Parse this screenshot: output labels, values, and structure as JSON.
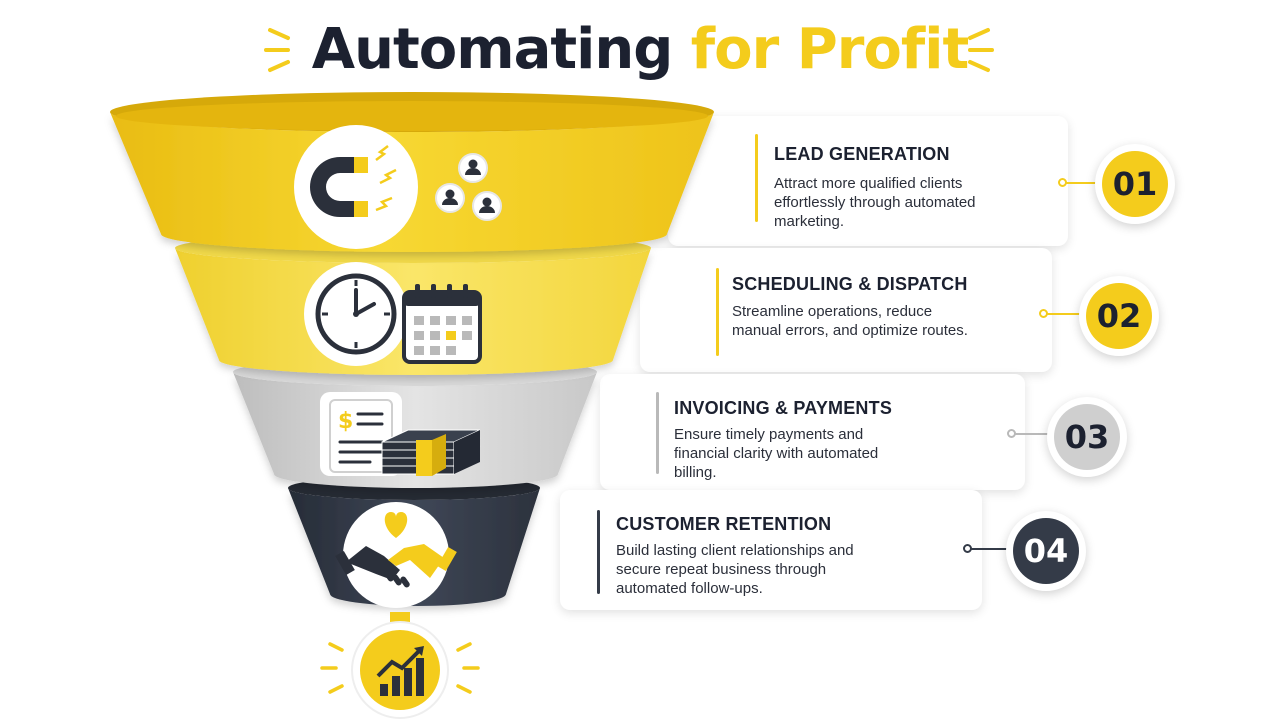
{
  "title": {
    "part1": "Automating",
    "part2": "for Profit"
  },
  "colors": {
    "yellow": "#f4cc1c",
    "light_yellow": "#f6dd4a",
    "gray": "#cfcfcf",
    "dark": "#343b48",
    "text": "#1c2130"
  },
  "stages": [
    {
      "number": "01",
      "title": "LEAD GENERATION",
      "description": "Attract more qualified clients effortlessly through automated marketing.",
      "icons": [
        "magnet-icon",
        "people-icon"
      ]
    },
    {
      "number": "02",
      "title": "SCHEDULING & DISPATCH",
      "description": "Streamline operations, reduce manual errors, and optimize routes.",
      "icons": [
        "clock-icon",
        "calendar-icon"
      ]
    },
    {
      "number": "03",
      "title": "INVOICING & PAYMENTS",
      "description": "Ensure timely payments and financial clarity with automated billing.",
      "icons": [
        "invoice-icon",
        "cash-icon"
      ]
    },
    {
      "number": "04",
      "title": "CUSTOMER RETENTION",
      "description": "Build lasting client relationships and secure repeat business through automated follow-ups.",
      "icons": [
        "heart-icon",
        "handshake-icon"
      ]
    }
  ],
  "outcome_icon": "growth-chart-icon"
}
